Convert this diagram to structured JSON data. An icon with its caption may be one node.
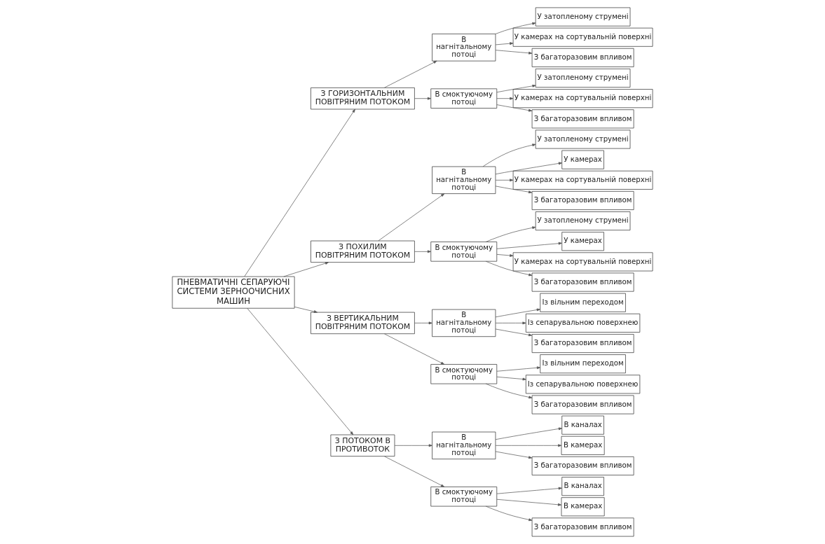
{
  "diagram": {
    "nodes": [
      {
        "text": [
          "ПНЕВМАТИЧНІ СЕПАРУЮЧІ СИСТЕМИ ЗЕРНООЧИСНИХ МАШИН"
        ]
      },
      {
        "text": [
          "З ГОРИЗОНТАЛЬНИМ ПОВІТРЯНИМ ПОТОКОМ"
        ]
      },
      {
        "text": [
          "З ПОХИЛИМ ПОВІТРЯНИМ ПОТОКОМ"
        ]
      },
      {
        "text": [
          "З ВЕРТИКАЛЬНИМ ПОВІТРЯНИМ ПОТОКОМ"
        ]
      },
      {
        "text": [
          "З ПОТОКОМ В ПРОТИВОТОК"
        ]
      },
      {
        "text": [
          "В нагнітальному потоці"
        ]
      },
      {
        "text": [
          "В смоктуючому потоці"
        ]
      },
      {
        "text": [
          "В нагнітальному потоці"
        ]
      },
      {
        "text": [
          "В смоктуючому потоці"
        ]
      },
      {
        "text": [
          "В нагнітальному потоці"
        ]
      },
      {
        "text": [
          "В смоктуючому потоці"
        ]
      },
      {
        "text": [
          "В нагнітальному потоці"
        ]
      },
      {
        "text": [
          "В смоктуючому потоці"
        ]
      },
      {
        "text": [
          "У затопленому струмені"
        ]
      },
      {
        "text": [
          "У камерах на сортувальній поверхні"
        ]
      },
      {
        "text": [
          "З багаторазовим впливом"
        ]
      },
      {
        "text": [
          "У затопленому струмені"
        ]
      },
      {
        "text": [
          "У камерах на сортувальній поверхні"
        ]
      },
      {
        "text": [
          "З багаторазовим впливом"
        ]
      },
      {
        "text": [
          "У затопленому струмені"
        ]
      },
      {
        "text": [
          "У камерах"
        ]
      },
      {
        "text": [
          "У камерах на сортувальній поверхні"
        ]
      },
      {
        "text": [
          "З багаторазовим впливом"
        ]
      },
      {
        "text": [
          "У затопленому струмені"
        ]
      },
      {
        "text": [
          "У камерах"
        ]
      },
      {
        "text": [
          "У камерах на сортувальній поверхні"
        ]
      },
      {
        "text": [
          "З багаторазовим впливом"
        ]
      },
      {
        "text": [
          "Із вільним переходом"
        ]
      },
      {
        "text": [
          "Із сепарувальною поверхнею"
        ]
      },
      {
        "text": [
          "З багаторазовим впливом"
        ]
      },
      {
        "text": [
          "Із вільним переходом"
        ]
      },
      {
        "text": [
          "Із сепарувальною поверхнею"
        ]
      },
      {
        "text": [
          "З багаторазовим впливом"
        ]
      },
      {
        "text": [
          "В каналах"
        ]
      },
      {
        "text": [
          "В камерах"
        ]
      },
      {
        "text": [
          "З багаторазовим впливом"
        ]
      },
      {
        "text": [
          "В каналах"
        ]
      },
      {
        "text": [
          "В камерах"
        ]
      },
      {
        "text": [
          "З багаторазовим впливом"
        ]
      }
    ],
    "edges": [
      {
        "from": 0,
        "to": 1,
        "arrow": "to"
      },
      {
        "from": 0,
        "to": 2,
        "arrow": "to"
      },
      {
        "from": 0,
        "to": 3,
        "arrow": "to"
      },
      {
        "from": 0,
        "to": 4,
        "arrow": "to"
      },
      {
        "from": 1,
        "to": 5,
        "arrow": "to"
      },
      {
        "from": 1,
        "to": 6,
        "arrow": "to"
      },
      {
        "from": 2,
        "to": 7,
        "arrow": "to"
      },
      {
        "from": 2,
        "to": 8,
        "arrow": "to"
      },
      {
        "from": 3,
        "to": 9,
        "arrow": "to"
      },
      {
        "from": 3,
        "to": 10,
        "arrow": "to"
      },
      {
        "from": 4,
        "to": 11,
        "arrow": "to"
      },
      {
        "from": 4,
        "to": 12,
        "arrow": "to"
      },
      {
        "from": 5,
        "to": 13,
        "arrow": "to"
      },
      {
        "from": 5,
        "to": 14,
        "arrow": "to"
      },
      {
        "from": 5,
        "to": 15,
        "arrow": "to"
      },
      {
        "from": 6,
        "to": 16,
        "arrow": "to"
      },
      {
        "from": 6,
        "to": 17,
        "arrow": "to"
      },
      {
        "from": 6,
        "to": 18,
        "arrow": "to"
      },
      {
        "from": 7,
        "to": 19,
        "arrow": "to"
      },
      {
        "from": 7,
        "to": 20,
        "arrow": "to"
      },
      {
        "from": 7,
        "to": 21,
        "arrow": "to"
      },
      {
        "from": 7,
        "to": 22,
        "arrow": "to"
      },
      {
        "from": 8,
        "to": 23,
        "arrow": "to"
      },
      {
        "from": 8,
        "to": 24,
        "arrow": "to"
      },
      {
        "from": 8,
        "to": 25,
        "arrow": "to"
      },
      {
        "from": 8,
        "to": 26,
        "arrow": "to"
      },
      {
        "from": 9,
        "to": 27,
        "arrow": "to"
      },
      {
        "from": 9,
        "to": 28,
        "arrow": "to"
      },
      {
        "from": 9,
        "to": 29,
        "arrow": "to"
      },
      {
        "from": 10,
        "to": 30,
        "arrow": "to"
      },
      {
        "from": 10,
        "to": 31,
        "arrow": "to"
      },
      {
        "from": 10,
        "to": 32,
        "arrow": "to"
      },
      {
        "from": 11,
        "to": 33,
        "arrow": "to"
      },
      {
        "from": 11,
        "to": 34,
        "arrow": "to"
      },
      {
        "from": 11,
        "to": 35,
        "arrow": "to"
      },
      {
        "from": 12,
        "to": 36,
        "arrow": "to"
      },
      {
        "from": 12,
        "to": 37,
        "arrow": "to"
      },
      {
        "from": 12,
        "to": 38,
        "arrow": "to"
      }
    ]
  }
}
